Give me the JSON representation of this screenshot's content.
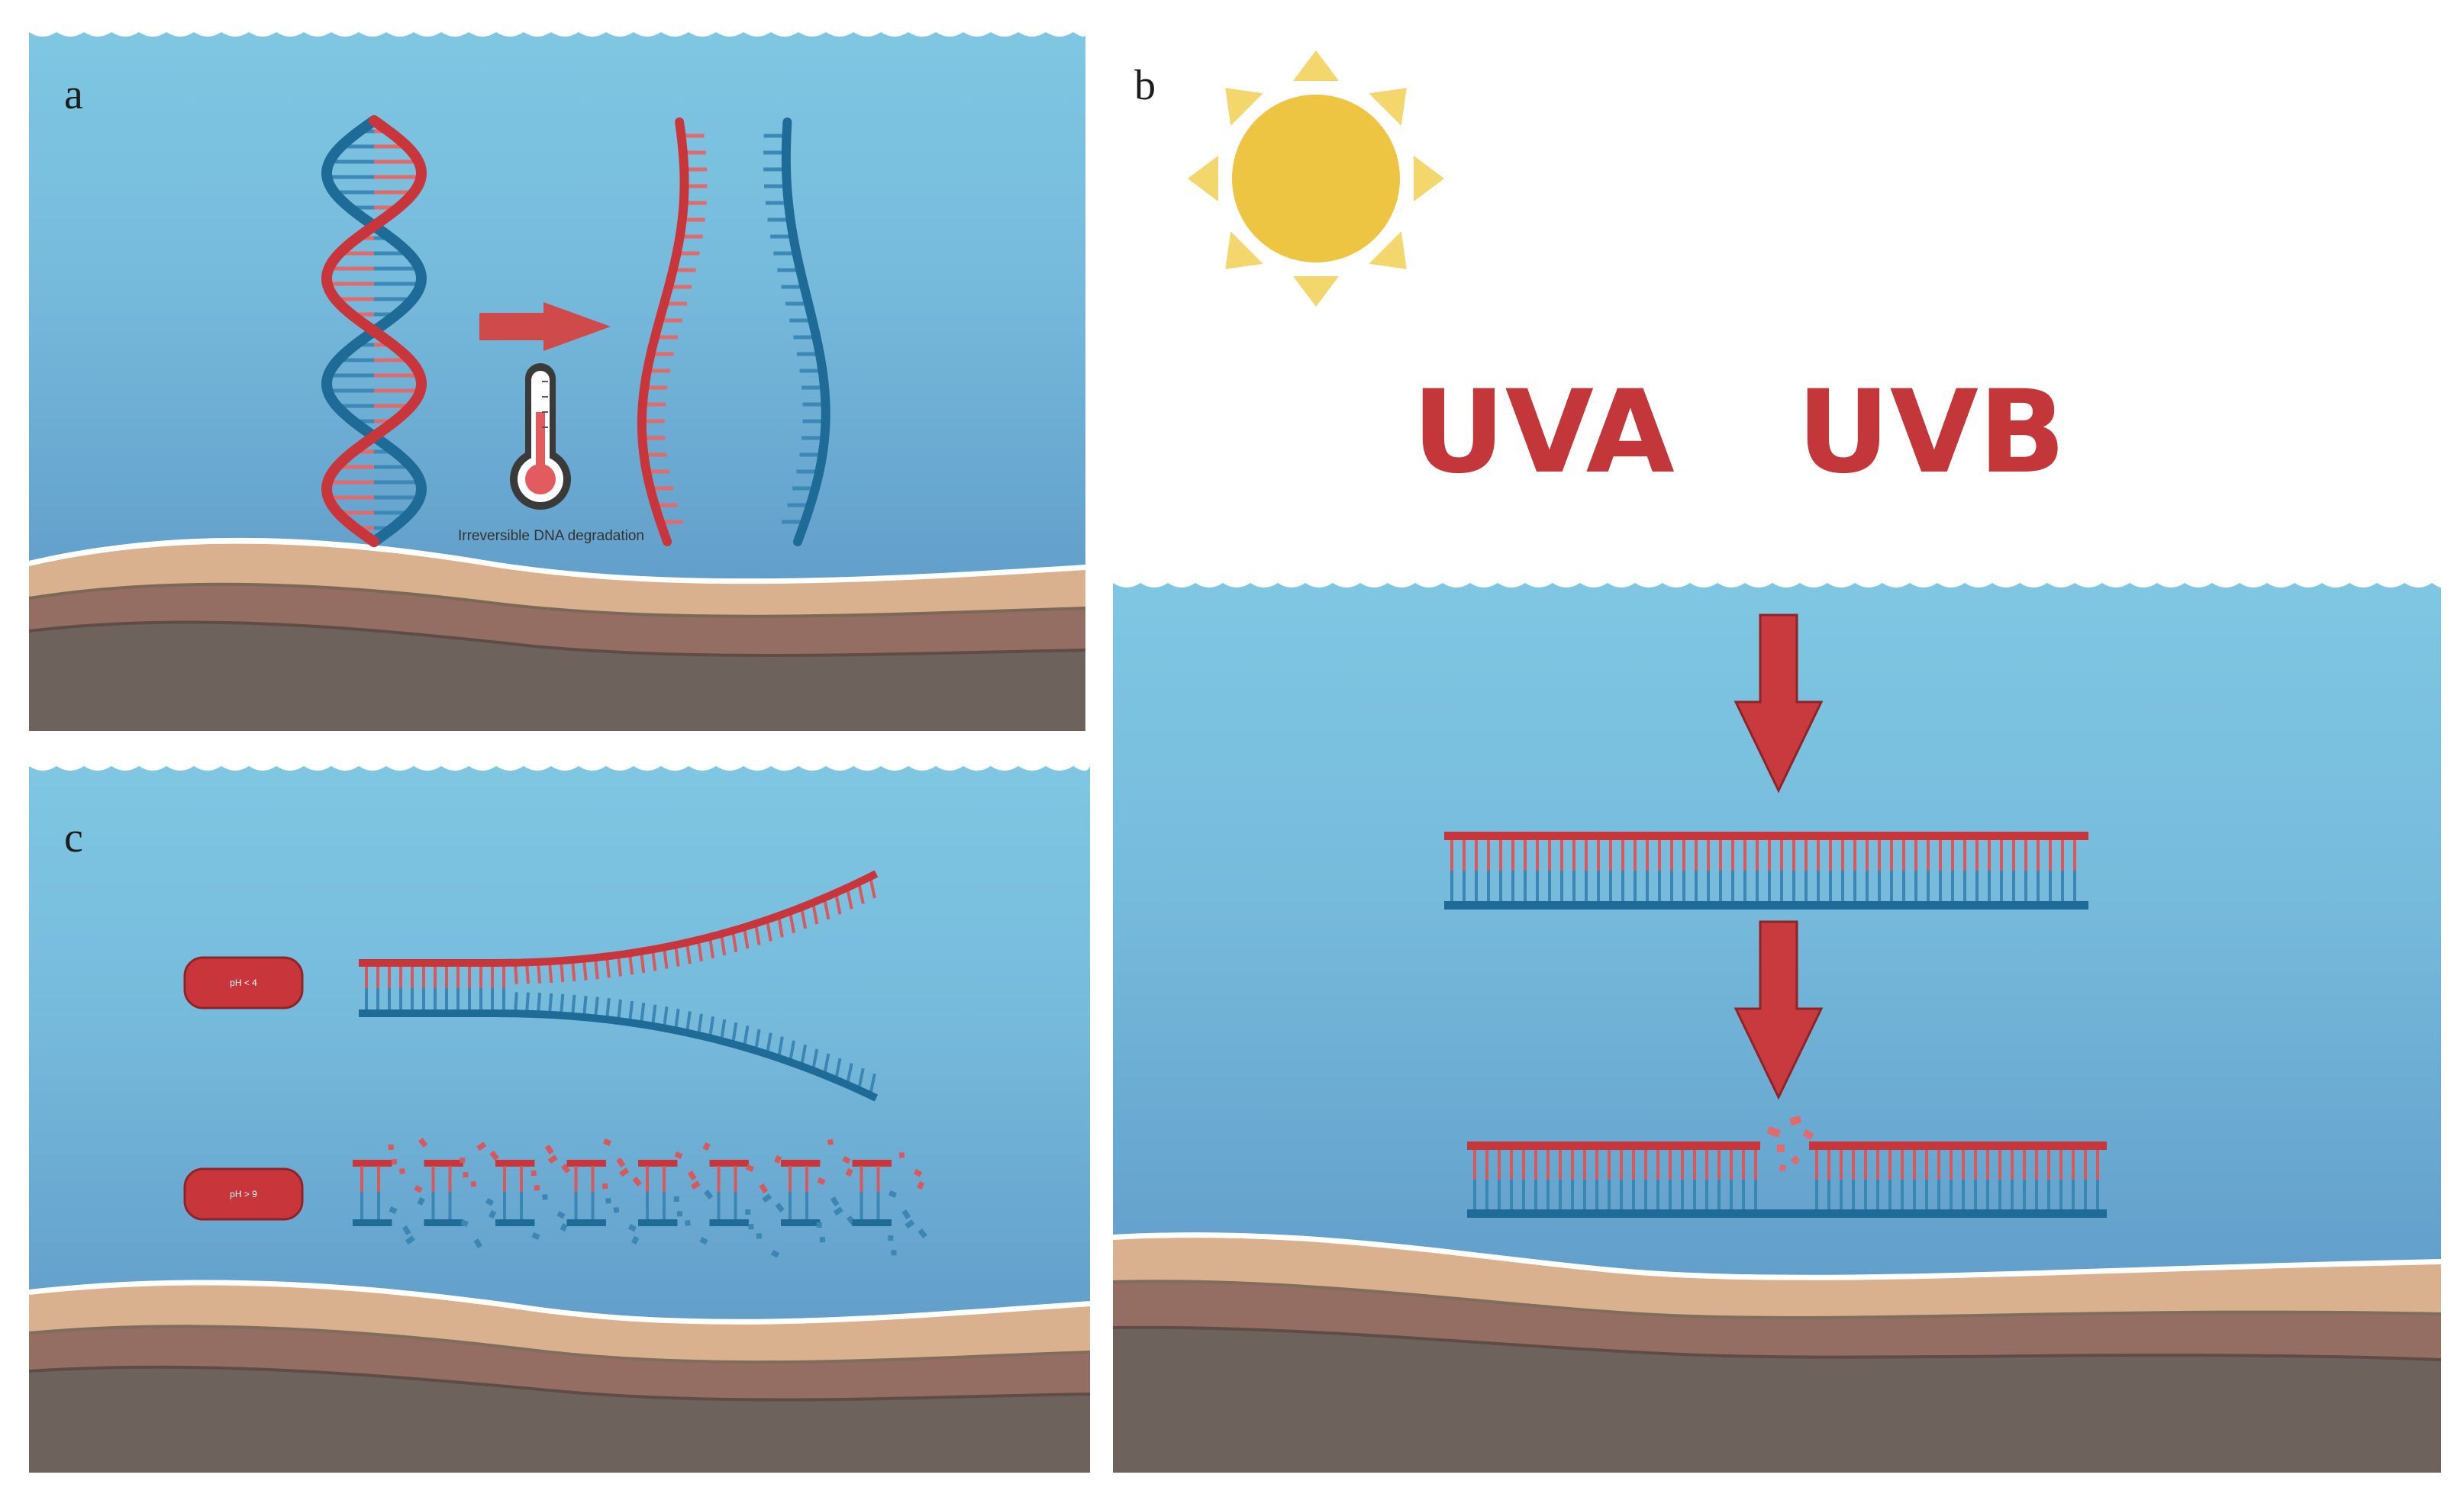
{
  "panels": {
    "a": {
      "letter": "a",
      "caption": "Irreversible DNA degradation"
    },
    "b": {
      "letter": "b",
      "uva": "UVA",
      "uvb": "UVB"
    },
    "c": {
      "letter": "c",
      "ph_low": "pH < 4",
      "ph_high": "pH > 9"
    }
  },
  "colors": {
    "water_top": "#7ec6e2",
    "water_bottom": "#5c97c6",
    "sand": "#d9b18e",
    "soil": "#946e63",
    "rock": "#6e625c",
    "dna_red": "#c8363b",
    "dna_blue": "#1f6b97",
    "sun": "#eec443",
    "sun_ray": "#f3d66c",
    "uv_red": "#c33639"
  },
  "icons": [
    "sun-icon",
    "thermometer-icon",
    "arrow-right-icon",
    "arrow-down-icon"
  ]
}
